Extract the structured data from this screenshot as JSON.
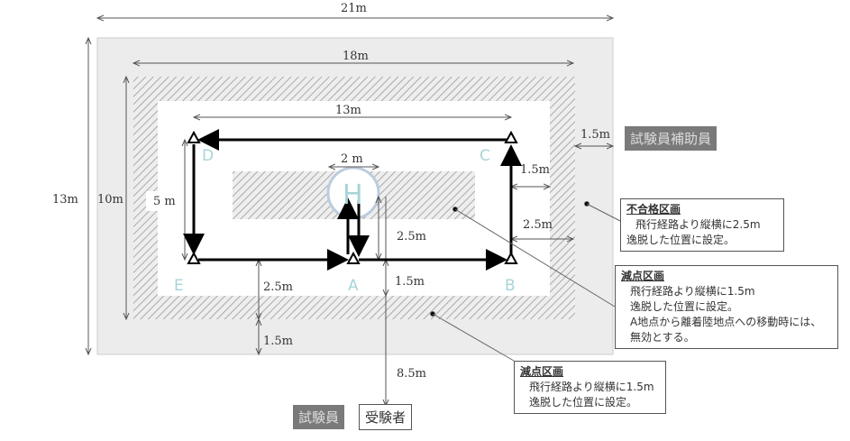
{
  "dimensions": {
    "outer_width": "21m",
    "hatch_width": "18m",
    "path_width": "13m",
    "outer_height": "13m",
    "hatch_height": "10m",
    "path_height": "5 m",
    "helipad_width": "2 m",
    "margin_c_right": "1.5m",
    "margin_b_right": "2.5m",
    "helipad_to_a": "2.5m",
    "a_to_hatch": "1.5m",
    "e_to_hatch": "2.5m",
    "hatch_to_outer": "1.5m",
    "outer_right_band": "1.5m",
    "to_examinee": "8.5m"
  },
  "points": {
    "a": "A",
    "b": "B",
    "c": "C",
    "d": "D",
    "e": "E",
    "helipad": "H"
  },
  "labels": {
    "assistant": "試験員補助員",
    "examiner": "試験員",
    "examinee": "受験者"
  },
  "notes": [
    {
      "title": "不合格区画",
      "lines": [
        "飛行経路より縦横に2.5m",
        "逸脱した位置に設定。"
      ]
    },
    {
      "title": "減点区画",
      "lines": [
        "飛行経路より縦横に1.5m",
        "逸脱した位置に設定。",
        "A地点から離着陸地点への移動時には、",
        "無効とする。"
      ]
    },
    {
      "title": "減点区画",
      "lines": [
        "飛行経路より縦横に1.5m",
        "逸脱した位置に設定。"
      ]
    }
  ]
}
